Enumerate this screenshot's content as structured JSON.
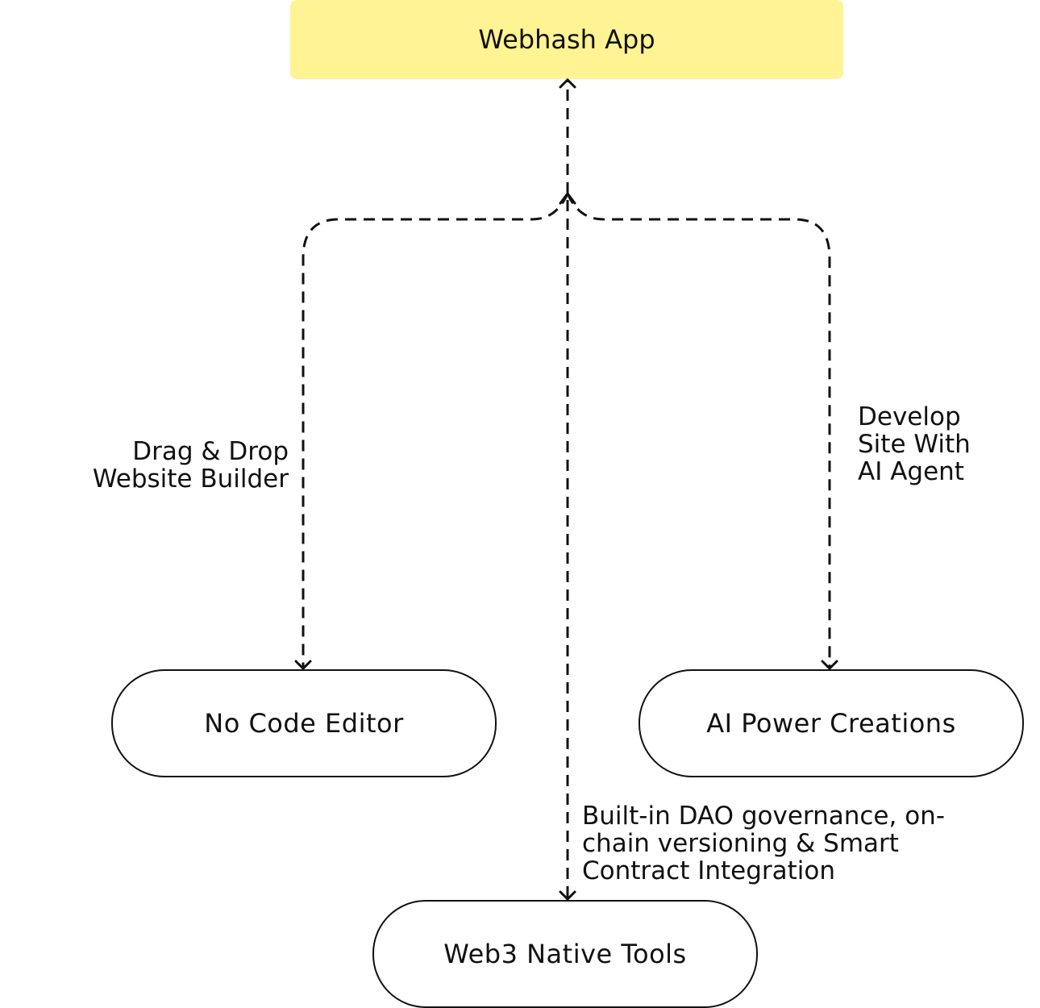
{
  "diagram": {
    "root": {
      "label": "Webhash App",
      "fill_color": "#fff394"
    },
    "nodes": [
      {
        "id": "nocode",
        "label": "No Code Editor"
      },
      {
        "id": "ai",
        "label": "AI Power Creations"
      },
      {
        "id": "web3",
        "label": "Web3 Native Tools"
      }
    ],
    "edges": [
      {
        "from": "Webhash App",
        "to": "No Code Editor",
        "label": "Drag & Drop\nWebsite Builder",
        "style": "dashed"
      },
      {
        "from": "Webhash App",
        "to": "AI Power Creations",
        "label": "Develop\nSite With\nAI Agent",
        "style": "dashed"
      },
      {
        "from": "Webhash App",
        "to": "Web3 Native Tools",
        "label": "Built-in DAO governance, on-\nchain versioning & Smart\nContract Integration",
        "style": "dashed"
      }
    ],
    "line_color": "#111111"
  }
}
